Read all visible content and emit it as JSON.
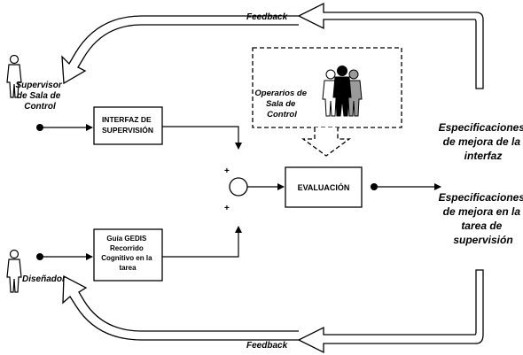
{
  "feedback_top": "Feedback",
  "feedback_bottom": "Feedback",
  "supervisor": [
    "Supervisor",
    "de Sala de",
    "Control"
  ],
  "designer": "Diseñador",
  "operators": [
    "Operarios de",
    "Sala de",
    "Control"
  ],
  "box_interfaz": [
    "INTERFAZ DE",
    "SUPERVISIÓN"
  ],
  "box_guia": [
    "Guía GEDIS",
    "Recorrido",
    "Cognitivo en la",
    "tarea"
  ],
  "box_eval": "EVALUACIÓN",
  "plus_top": "+",
  "plus_bottom": "+",
  "out_interfaz": [
    "Especificaciones",
    "de mejora de la",
    "interfaz"
  ],
  "out_tarea": [
    "Especificaciones",
    "de mejora en la",
    "tarea de",
    "supervisión"
  ]
}
